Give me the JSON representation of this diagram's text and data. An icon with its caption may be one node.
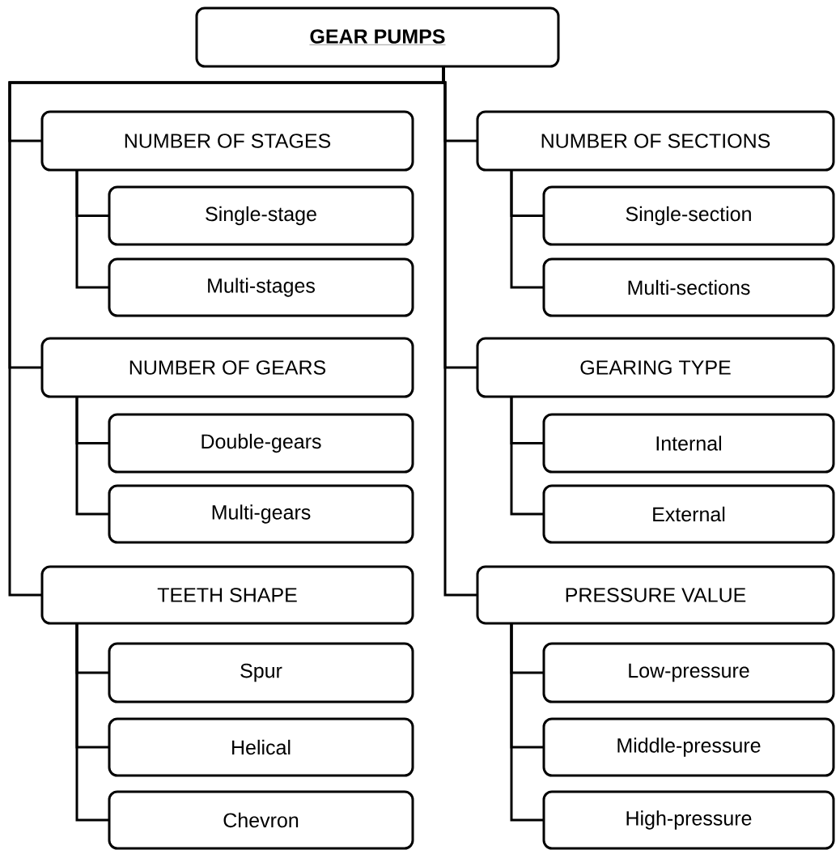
{
  "diagram": {
    "nodes": [
      {
        "text": [
          "GEAR PUMPS"
        ]
      },
      {
        "text": [
          "NUMBER OF STAGES"
        ]
      },
      {
        "text": [
          "Single-stage"
        ]
      },
      {
        "text": [
          "Multi-stages"
        ]
      },
      {
        "text": [
          "NUMBER OF GEARS"
        ]
      },
      {
        "text": [
          "Double-gears"
        ]
      },
      {
        "text": [
          "Multi-gears"
        ]
      },
      {
        "text": [
          "TEETH SHAPE"
        ]
      },
      {
        "text": [
          "Spur"
        ]
      },
      {
        "text": [
          "Helical"
        ]
      },
      {
        "text": [
          "Chevron"
        ]
      },
      {
        "text": [
          "NUMBER OF SECTIONS"
        ]
      },
      {
        "text": [
          "Single-section"
        ]
      },
      {
        "text": [
          "Multi-sections"
        ]
      },
      {
        "text": [
          "GEARING TYPE"
        ]
      },
      {
        "text": [
          "Internal"
        ]
      },
      {
        "text": [
          "External"
        ]
      },
      {
        "text": [
          "PRESSURE VALUE"
        ]
      },
      {
        "text": [
          "Low-pressure"
        ]
      },
      {
        "text": [
          "Middle-pressure"
        ]
      },
      {
        "text": [
          "High-pressure"
        ]
      }
    ],
    "edges": [
      {
        "from": 0,
        "to": 1,
        "arrow": "none"
      },
      {
        "from": 0,
        "to": 4,
        "arrow": "none"
      },
      {
        "from": 0,
        "to": 7,
        "arrow": "none"
      },
      {
        "from": 0,
        "to": 11,
        "arrow": "none"
      },
      {
        "from": 0,
        "to": 14,
        "arrow": "none"
      },
      {
        "from": 0,
        "to": 17,
        "arrow": "none"
      },
      {
        "from": 1,
        "to": 2,
        "arrow": "none"
      },
      {
        "from": 1,
        "to": 3,
        "arrow": "none"
      },
      {
        "from": 4,
        "to": 5,
        "arrow": "none"
      },
      {
        "from": 4,
        "to": 6,
        "arrow": "none"
      },
      {
        "from": 7,
        "to": 8,
        "arrow": "none"
      },
      {
        "from": 7,
        "to": 9,
        "arrow": "none"
      },
      {
        "from": 7,
        "to": 10,
        "arrow": "none"
      },
      {
        "from": 11,
        "to": 12,
        "arrow": "none"
      },
      {
        "from": 11,
        "to": 13,
        "arrow": "none"
      },
      {
        "from": 14,
        "to": 15,
        "arrow": "none"
      },
      {
        "from": 14,
        "to": 16,
        "arrow": "none"
      },
      {
        "from": 17,
        "to": 18,
        "arrow": "none"
      },
      {
        "from": 17,
        "to": 19,
        "arrow": "none"
      },
      {
        "from": 17,
        "to": 20,
        "arrow": "none"
      }
    ]
  }
}
